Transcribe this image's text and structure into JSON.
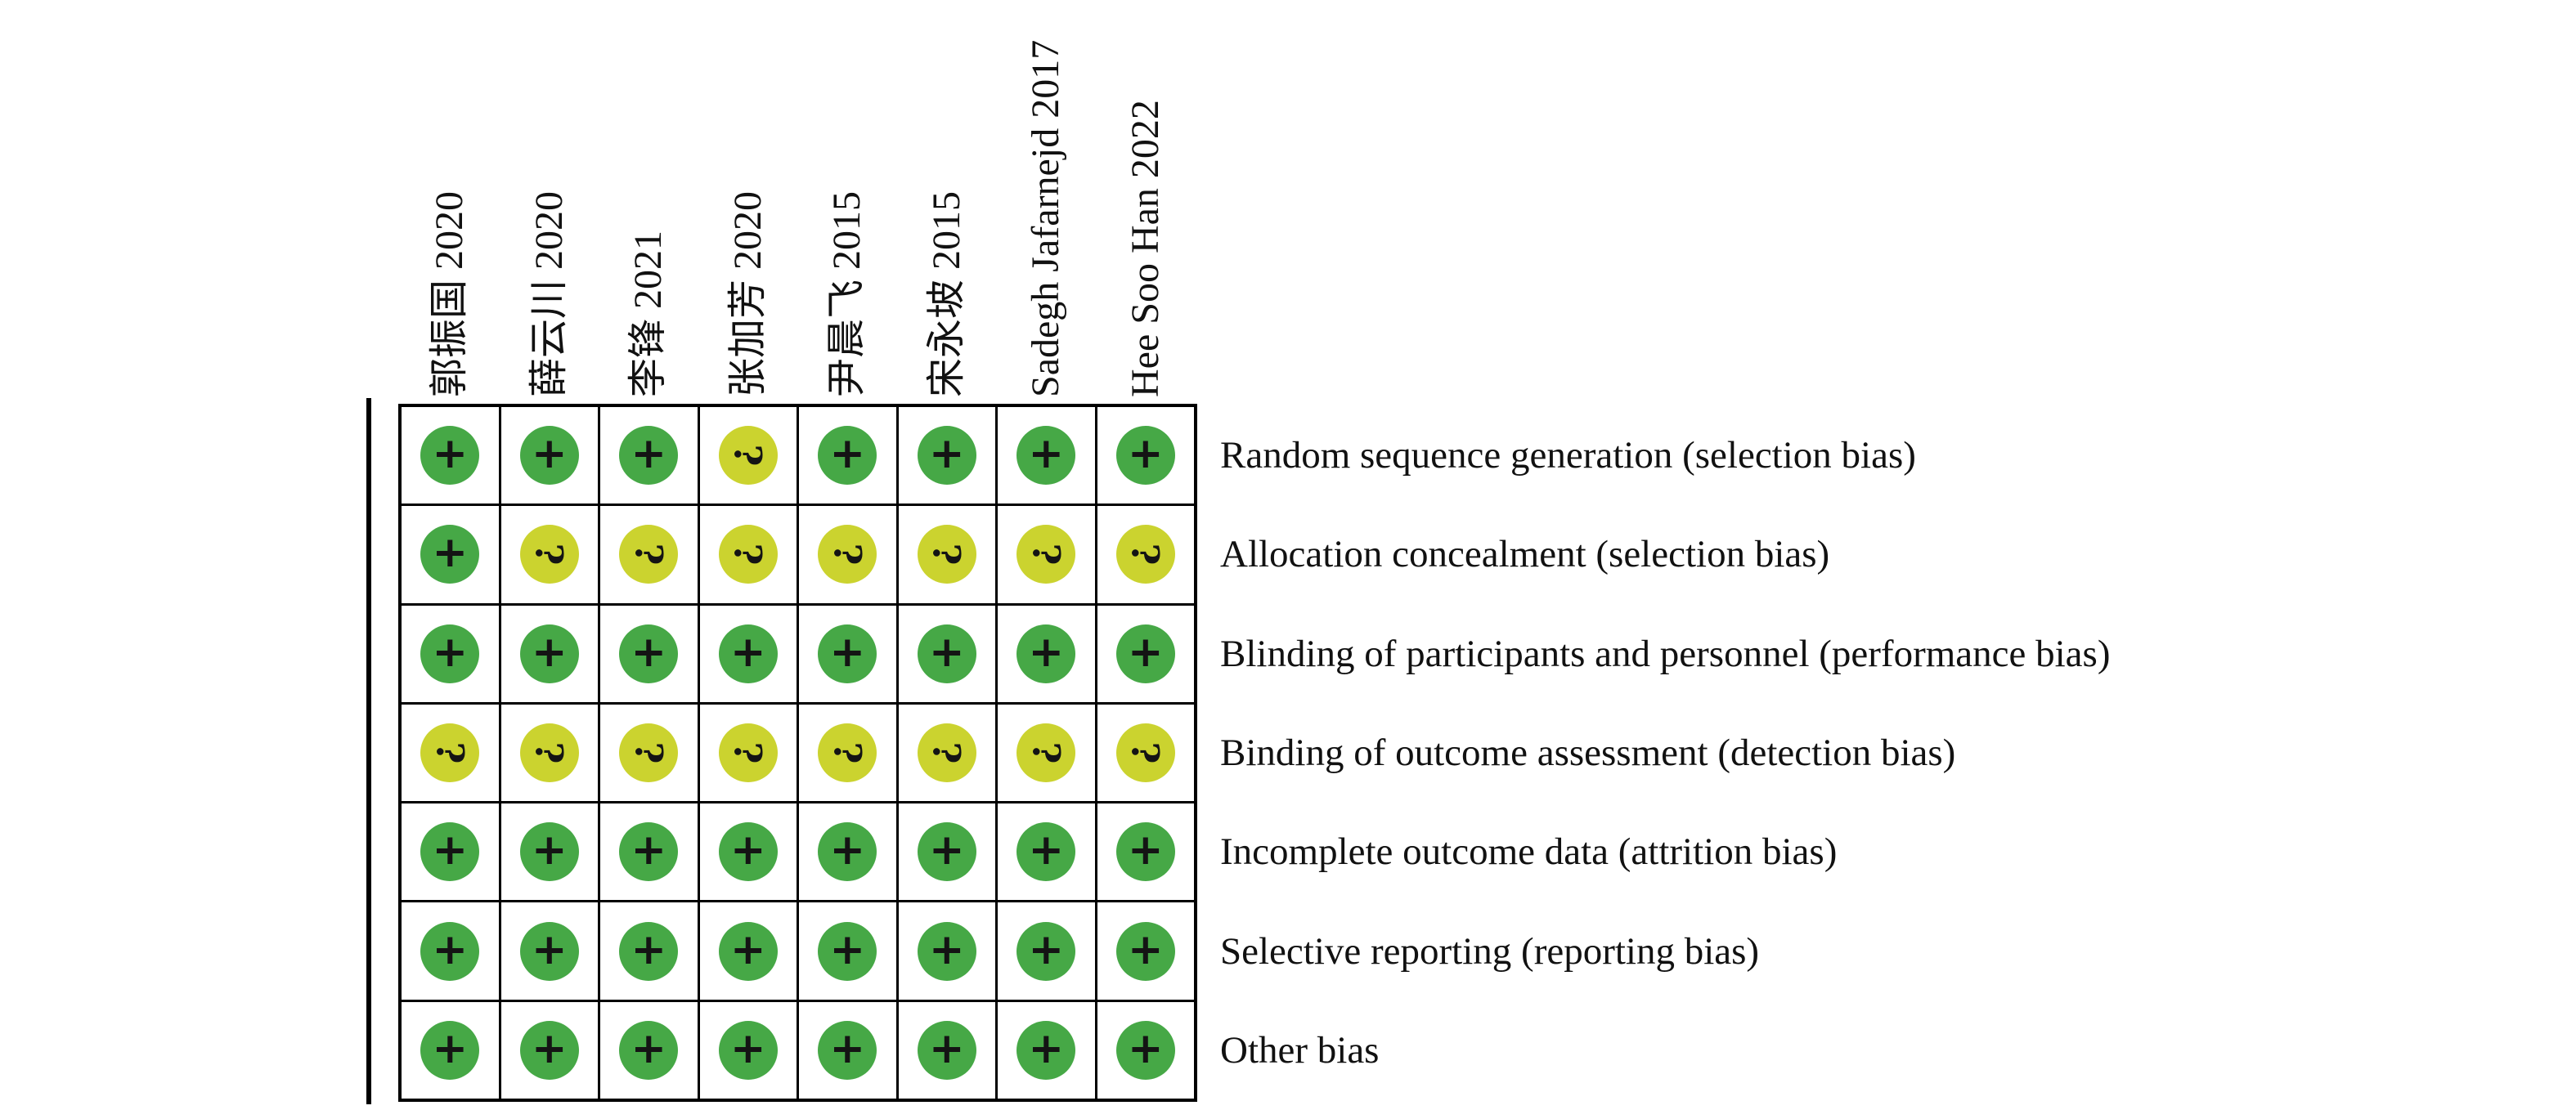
{
  "figure": {
    "description_visible_elements": {
      "legend_symbols": {
        "plus": "+",
        "question": "?"
      }
    }
  },
  "layout_colors": {
    "low_risk_green": "#46A846",
    "unclear_risk_yellow": "#CBD32F",
    "symbol_black": "#141414",
    "grid_border_black": "#000000",
    "background_white": "#ffffff"
  },
  "chart_data": {
    "type": "heatmap",
    "title": "",
    "x": [
      "郭振国 2020",
      "薛云川 2020",
      "李锋 2021",
      "张加芳 2020",
      "尹晨飞 2015",
      "宋永坡 2015",
      "Sadegh Jafarnejd 2017",
      "Hee Soo Han 2022"
    ],
    "y": [
      "Random sequence generation (selection bias)",
      "Allocation concealment (selection bias)",
      "Blinding of participants and personnel (performance bias)",
      "Binding of outcome assessment (detection bias)",
      "Incomplete outcome data (attrition bias)",
      "Selective reporting (reporting bias)",
      "Other bias"
    ],
    "values": [
      [
        "+",
        "+",
        "+",
        "?",
        "+",
        "+",
        "+",
        "+"
      ],
      [
        "+",
        "?",
        "?",
        "?",
        "?",
        "?",
        "?",
        "?"
      ],
      [
        "+",
        "+",
        "+",
        "+",
        "+",
        "+",
        "+",
        "+"
      ],
      [
        "?",
        "?",
        "?",
        "?",
        "?",
        "?",
        "?",
        "?"
      ],
      [
        "+",
        "+",
        "+",
        "+",
        "+",
        "+",
        "+",
        "+"
      ],
      [
        "+",
        "+",
        "+",
        "+",
        "+",
        "+",
        "+",
        "+"
      ],
      [
        "+",
        "+",
        "+",
        "+",
        "+",
        "+",
        "+",
        "+"
      ]
    ],
    "value_legend": {
      "+": "low risk (green circle)",
      "?": "unclear risk (yellow circle)"
    },
    "layout_hints": {
      "x_labels_rotated": "90deg counterclockwise, placed above grid",
      "y_labels_position": "right of grid",
      "grid": "on, black lines"
    }
  }
}
